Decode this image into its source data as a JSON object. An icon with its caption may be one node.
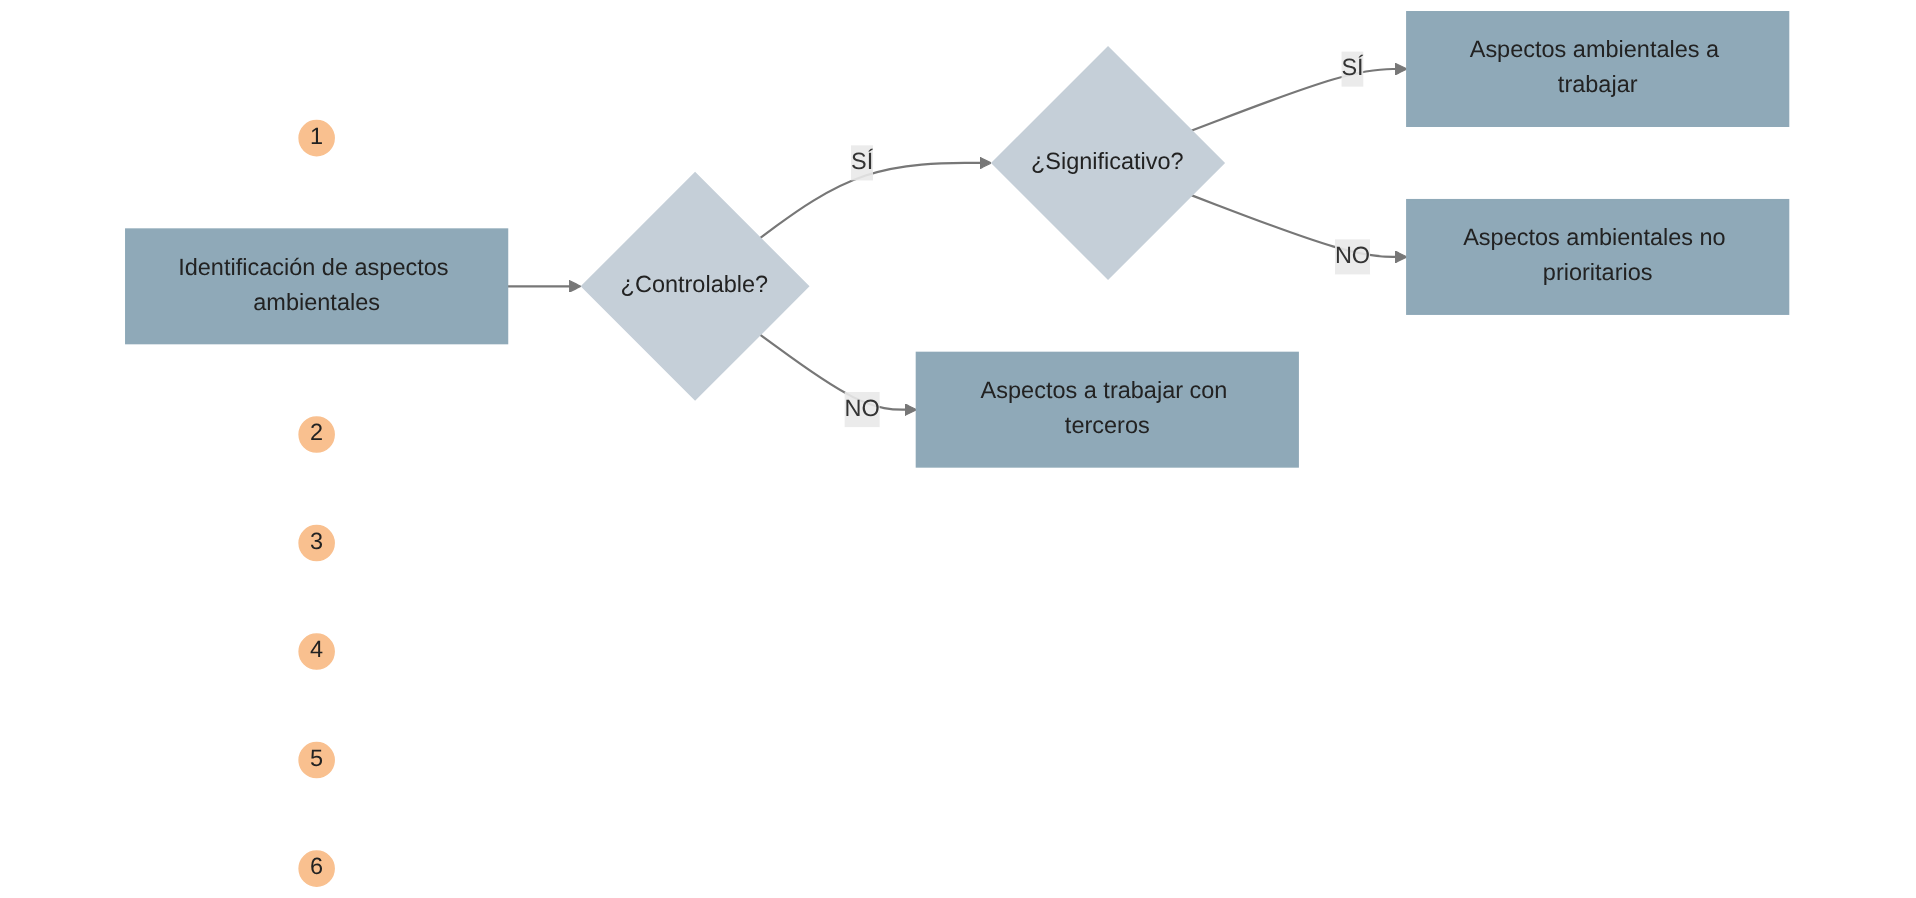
{
  "diagram": {
    "nodes": [
      {
        "text": [
          "1"
        ]
      },
      {
        "text": [
          "Identificación de aspectos ambientales"
        ]
      },
      {
        "text": [
          "2"
        ]
      },
      {
        "text": [
          "¿Controlable?"
        ]
      },
      {
        "text": [
          "3"
        ]
      },
      {
        "text": [
          "¿Significativo?"
        ]
      },
      {
        "text": [
          "4"
        ]
      },
      {
        "text": [
          "Aspectos ambientales a trabajar"
        ]
      },
      {
        "text": [
          "5"
        ]
      },
      {
        "text": [
          "Aspectos a trabajar con terceros"
        ]
      },
      {
        "text": [
          "6"
        ]
      },
      {
        "text": [
          "Aspectos ambientales no prioritarios"
        ]
      }
    ],
    "edges": [
      {
        "from": 1,
        "to": 3,
        "arrow": "to"
      },
      {
        "from": 3,
        "to": 5,
        "arrow": "to",
        "label": "SÍ"
      },
      {
        "from": 3,
        "to": 9,
        "arrow": "to",
        "label": "NO"
      },
      {
        "from": 5,
        "to": 7,
        "arrow": "to",
        "label": "SÍ"
      },
      {
        "from": 5,
        "to": 11,
        "arrow": "to",
        "label": "NO"
      }
    ]
  }
}
